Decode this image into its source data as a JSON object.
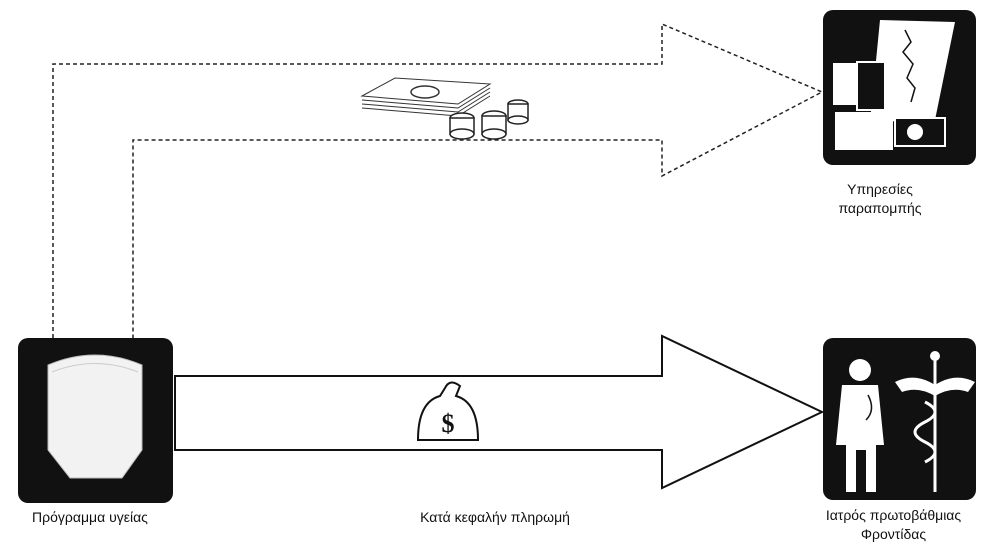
{
  "diagram": {
    "nodes": [
      {
        "id": "plan",
        "label": "Πρόγραμμα υγείας",
        "icon": "health-plan-shield-icon"
      },
      {
        "id": "referral",
        "label": "Υπηρεσίες\nπαραπομπής",
        "icon": "referral-equipment-icon"
      },
      {
        "id": "gp",
        "label": "Ιατρός πρωτοβάθμιας\nΦροντίδας",
        "icon": "doctor-caduceus-icon"
      }
    ],
    "edges": [
      {
        "from": "plan",
        "to": "gp",
        "style": "solid",
        "label": "Κατά κεφαλήν πληρωμή",
        "icon": "money-bag-dollar-icon"
      },
      {
        "from": "plan",
        "to": "referral",
        "style": "dashed",
        "label": "",
        "icon": "cash-and-coins-icon"
      }
    ]
  }
}
